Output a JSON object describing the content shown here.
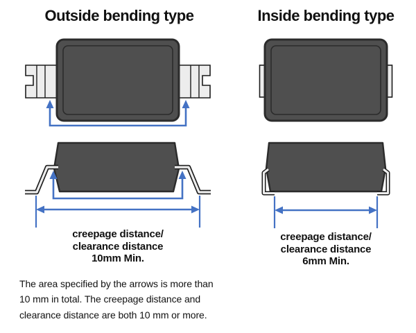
{
  "colors": {
    "arrow_blue": "#4472C4",
    "body_gray": "#4F4F4F",
    "body_outline": "#2B2B2B",
    "lead_fill": "#EDEDED",
    "lead_outline": "#1C1C1C",
    "text": "#111111",
    "background": "#FFFFFF"
  },
  "outside": {
    "title": "Outside bending type",
    "label_line1": "creepage distance/",
    "label_line2": "clearance distance",
    "label_line3": "10mm Min."
  },
  "inside": {
    "title": "Inside bending type",
    "label_line1": "creepage distance/",
    "label_line2": "clearance distance",
    "label_line3": "6mm Min."
  },
  "note": {
    "line1": "The area specified by the arrows is more than",
    "line2": "10 mm in total. The creepage distance and",
    "line3": "clearance distance are both 10 mm or more."
  }
}
